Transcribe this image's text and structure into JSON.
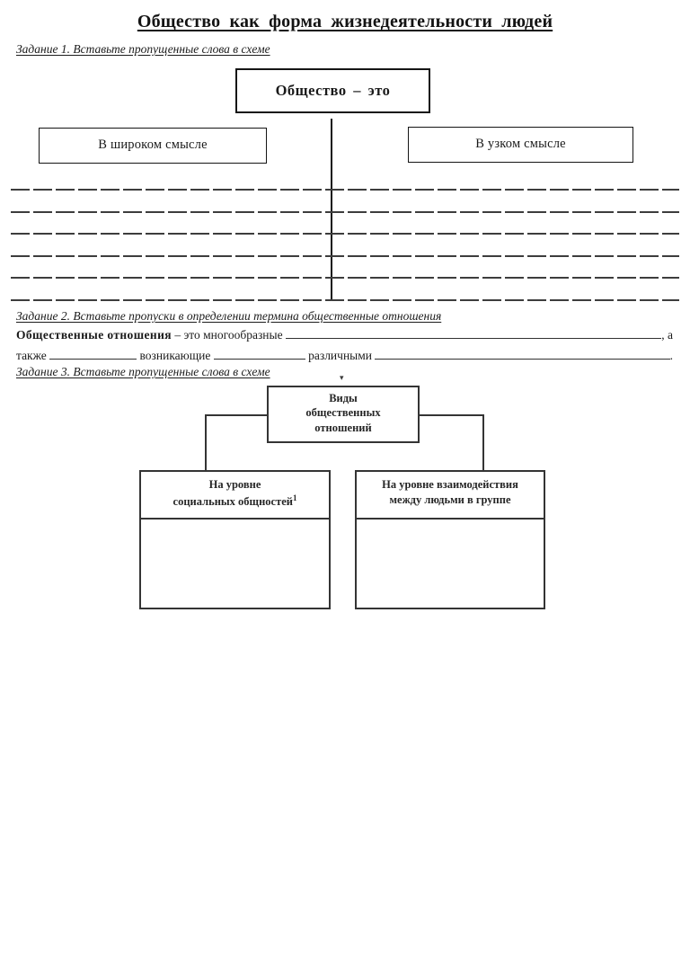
{
  "page": {
    "title": "Общество как форма жизнедеятельности людей"
  },
  "task1": {
    "heading": "Задание 1. Вставьте пропущенные слова в схеме",
    "root_box_label": "Общество – это",
    "left_box_label": "В широком смысле",
    "right_box_label": "В узком смысле",
    "answer_line_count": 6
  },
  "task2": {
    "heading": "Задание 2. Вставьте пропуски в определении термина общественные отношения",
    "term_bold": "Общественные отношения",
    "after_term": " – это многообразные ",
    "line1_tail": ", а",
    "line2_word1": "также ",
    "line2_word2": " возникающие ",
    "line2_word3": " различными ",
    "line2_tail": "."
  },
  "task3": {
    "heading": "Задание 3. Вставьте пропущенные слова в схеме",
    "arrow_mark": "▾",
    "root_box_label": "Виды\nобщественных\nотношений",
    "left_box_label": "На уровне\nсоциальных общностей",
    "left_box_footnote_mark": "1",
    "right_box_label": "На уровне взаимодействия\nмежду людьми в группе"
  }
}
